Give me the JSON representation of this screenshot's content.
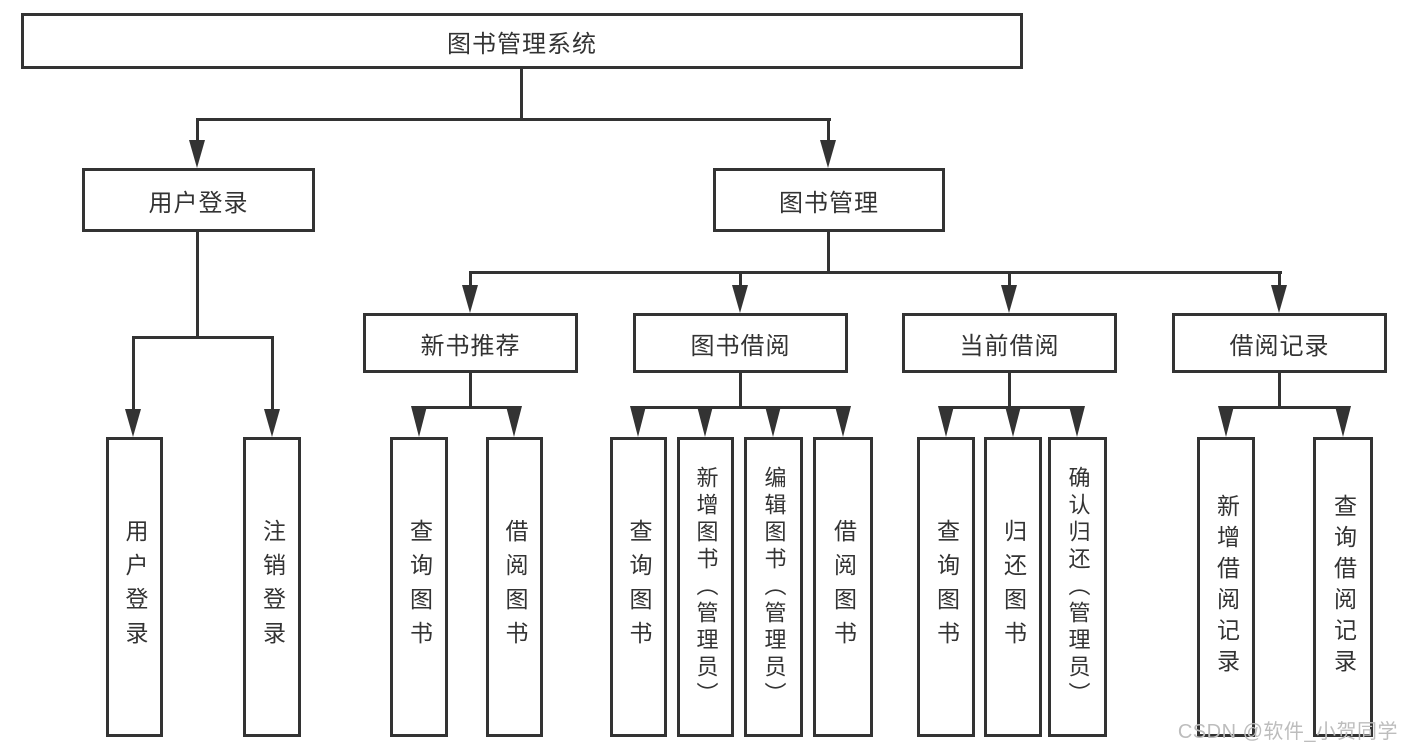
{
  "diagram": {
    "title": "图书管理系统",
    "level2": [
      {
        "label": "用户登录"
      },
      {
        "label": "图书管理"
      }
    ],
    "level3": [
      {
        "label": "新书推荐",
        "parent": "图书管理"
      },
      {
        "label": "图书借阅",
        "parent": "图书管理"
      },
      {
        "label": "当前借阅",
        "parent": "图书管理"
      },
      {
        "label": "借阅记录",
        "parent": "图书管理"
      }
    ],
    "leaves": [
      {
        "label": "用户登录",
        "parent": "用户登录"
      },
      {
        "label": "注销登录",
        "parent": "用户登录"
      },
      {
        "label": "查询图书",
        "parent": "新书推荐"
      },
      {
        "label": "借阅图书",
        "parent": "新书推荐"
      },
      {
        "label": "查询图书",
        "parent": "图书借阅"
      },
      {
        "label": "新增图书（管理员）",
        "parent": "图书借阅"
      },
      {
        "label": "编辑图书（管理员）",
        "parent": "图书借阅"
      },
      {
        "label": "借阅图书",
        "parent": "图书借阅"
      },
      {
        "label": "查询图书",
        "parent": "当前借阅"
      },
      {
        "label": "归还图书",
        "parent": "当前借阅"
      },
      {
        "label": "确认归还（管理员）",
        "parent": "当前借阅"
      },
      {
        "label": "新增借阅记录",
        "parent": "借阅记录"
      },
      {
        "label": "查询借阅记录",
        "parent": "借阅记录"
      }
    ],
    "watermark": "CSDN @软件_小贺同学",
    "colors": {
      "line": "#333333",
      "text": "#333333",
      "watermark": "#bdbdbd",
      "background": "#ffffff"
    }
  }
}
